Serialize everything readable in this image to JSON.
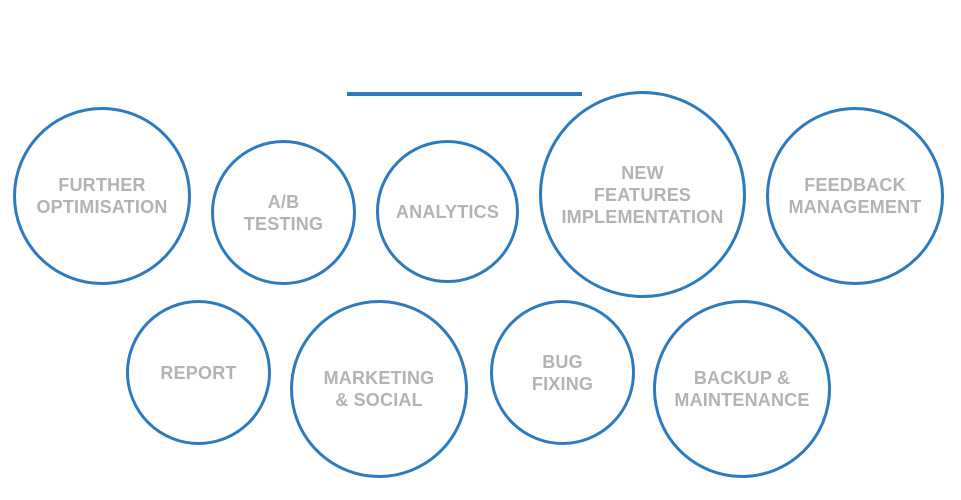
{
  "colors": {
    "circle_border": "#2d7bbf",
    "label_text": "#b3b3b3",
    "background": "#ffffff"
  },
  "nodes": [
    {
      "id": "further-optimisation",
      "label": "FURTHER\nOPTIMISATION"
    },
    {
      "id": "ab-testing",
      "label": "A/B\nTESTING"
    },
    {
      "id": "analytics",
      "label": "ANALYTICS"
    },
    {
      "id": "new-features-implementation",
      "label": "NEW\nFEATURES\nIMPLEMENTATION"
    },
    {
      "id": "feedback-management",
      "label": "FEEDBACK\nMANAGEMENT"
    },
    {
      "id": "report",
      "label": "REPORT"
    },
    {
      "id": "marketing-social",
      "label": "MARKETING\n& SOCIAL"
    },
    {
      "id": "bug-fixing",
      "label": "BUG\nFIXING"
    },
    {
      "id": "backup-maintenance",
      "label": "BACKUP &\nMAINTENANCE"
    }
  ]
}
